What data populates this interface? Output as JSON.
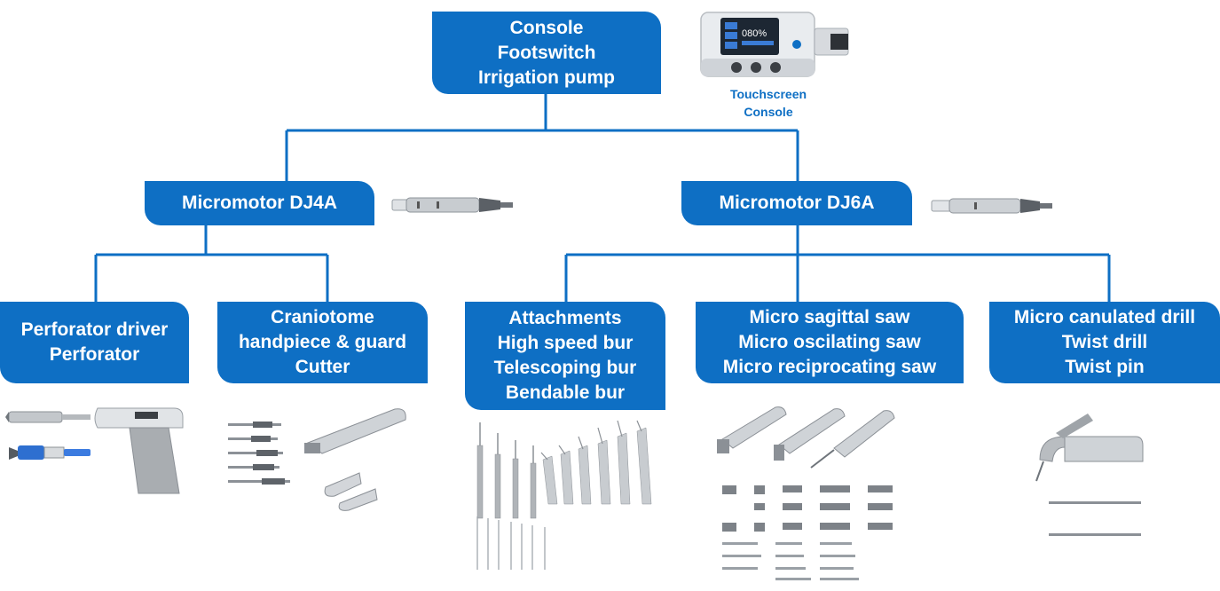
{
  "root": {
    "lines": [
      "Console",
      "Footswitch",
      "Irrigation pump"
    ]
  },
  "console_caption": [
    "Touchscreen",
    "Console"
  ],
  "console_screen_text": "080%",
  "motors": {
    "dj4a": "Micromotor DJ4A",
    "dj6a": "Micromotor DJ6A"
  },
  "leaves": {
    "perforator": [
      "Perforator driver",
      "Perforator"
    ],
    "craniotome": [
      "Craniotome",
      "handpiece & guard",
      "Cutter"
    ],
    "attachments": [
      "Attachments",
      "High speed bur",
      "Telescoping bur",
      "Bendable bur"
    ],
    "saws": [
      "Micro sagittal saw",
      "Micro oscilating saw",
      "Micro reciprocating saw"
    ],
    "drills": [
      "Micro canulated drill",
      "Twist drill",
      "Twist pin"
    ]
  },
  "colors": {
    "node_blue": "#0e6fc4",
    "instrument_gray": "#a8acb0"
  },
  "icons": {
    "console": "console-device-icon",
    "micromotor": "micromotor-handpiece-icon"
  }
}
